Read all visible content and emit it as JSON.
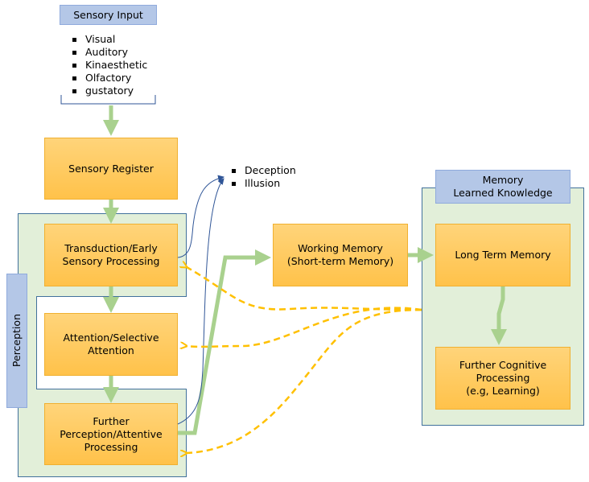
{
  "sensory_input": {
    "title": "Sensory Input",
    "items": [
      "Visual",
      "Auditory",
      "Kinaesthetic",
      "Olfactory",
      "gustatory"
    ]
  },
  "boxes": {
    "sensory_register": "Sensory Register",
    "transduction_line1": "Transduction/Early",
    "transduction_line2": "Sensory Processing",
    "attention_line1": "Attention/Selective",
    "attention_line2": "Attention",
    "further_line1": "Further",
    "further_line2": "Perception/Attentive",
    "further_line3": "Processing",
    "working_line1": "Working Memory",
    "working_line2": "(Short-term Memory)",
    "long_term": "Long Term Memory",
    "cognitive_line1": "Further Cognitive",
    "cognitive_line2": "Processing",
    "cognitive_line3": "(e.g, Learning)"
  },
  "perception_label": "Perception",
  "memory_label": {
    "line1": "Memory",
    "line2": "Learned Knowledge"
  },
  "side_outputs": [
    "Deception",
    "Illusion"
  ],
  "colors": {
    "green_arrow": "#a9d18e",
    "dashed_feedback": "#ffc000",
    "thin_arrow": "#2f5597",
    "region_fill": "#e2efd9",
    "box_fill": "#ffc24a"
  }
}
